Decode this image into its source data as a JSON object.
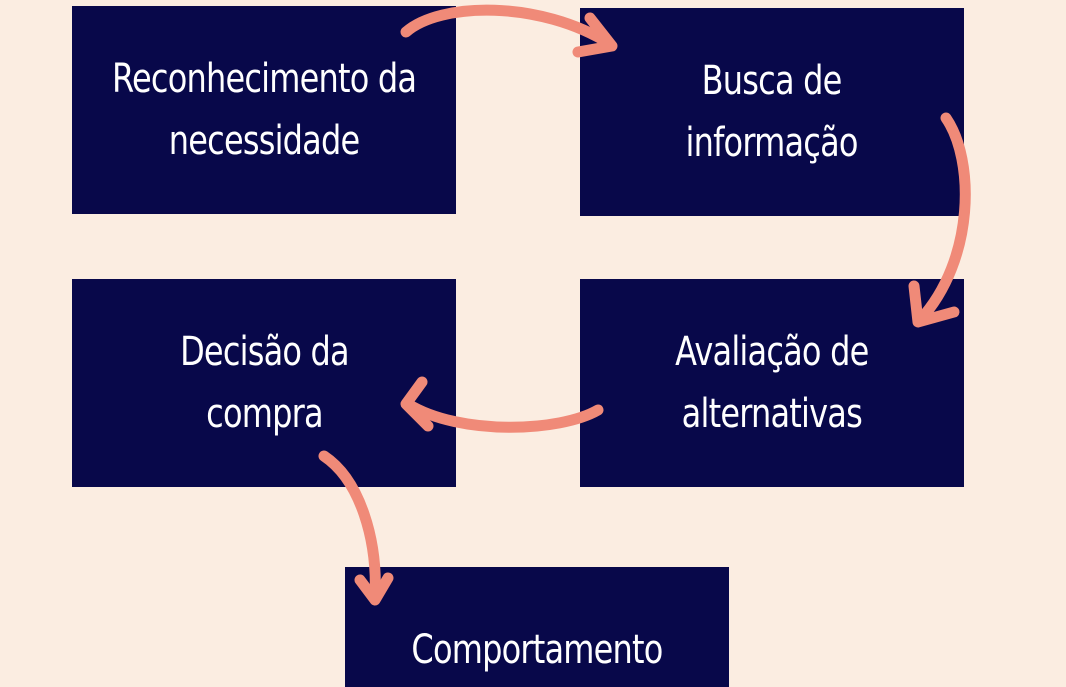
{
  "colors": {
    "background": "#fbede1",
    "box_fill": "#08084a",
    "box_text": "#ffffff",
    "arrow": "#f08a78"
  },
  "steps": [
    {
      "lines": [
        "Reconhecimento da",
        "necessidade"
      ]
    },
    {
      "lines": [
        "Busca de",
        "informação"
      ]
    },
    {
      "lines": [
        "Avaliação de",
        "alternativas"
      ]
    },
    {
      "lines": [
        "Decisão da",
        "compra"
      ]
    },
    {
      "lines": [
        "Comportamento"
      ]
    }
  ]
}
